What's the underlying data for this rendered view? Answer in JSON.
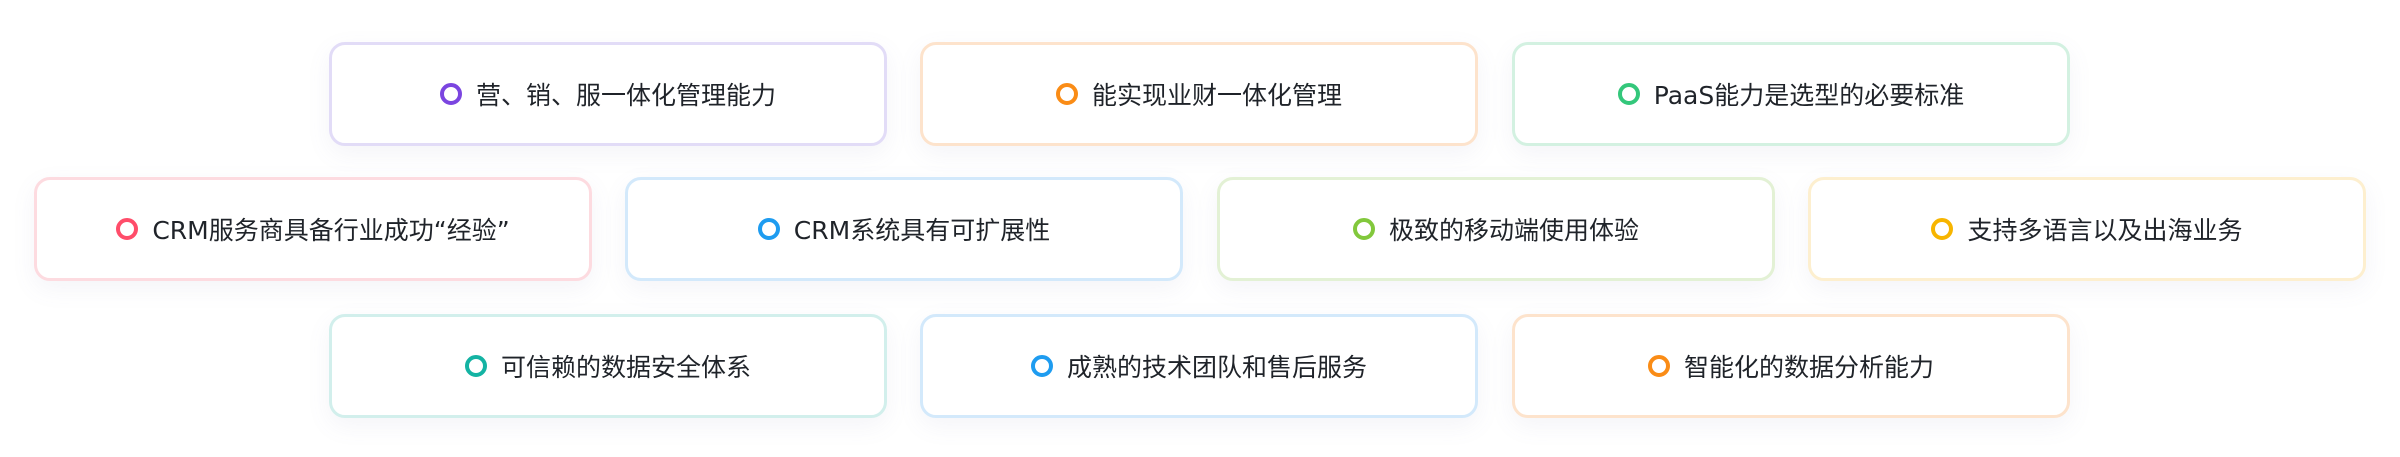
{
  "features": [
    {
      "label": "营、销、服一体化管理能力",
      "color": "#7b45e0",
      "border": "#e2dcf7"
    },
    {
      "label": "能实现业财一体化管理",
      "color": "#fa8c16",
      "border": "#fde3cc"
    },
    {
      "label": "PaaS能力是选型的必要标准",
      "color": "#34c77b",
      "border": "#d3f1e1"
    },
    {
      "label": "CRM服务商具备行业成功“经验”",
      "color": "#ff4d6a",
      "border": "#fddbe0"
    },
    {
      "label": "CRM系统具有可扩展性",
      "color": "#1e9cf0",
      "border": "#d3e9fb"
    },
    {
      "label": "极致的移动端使用体验",
      "color": "#82c83c",
      "border": "#e3f1d5"
    },
    {
      "label": "支持多语言以及出海业务",
      "color": "#f7b500",
      "border": "#fdefcf"
    },
    {
      "label": "可信赖的数据安全体系",
      "color": "#14b3a3",
      "border": "#d2efec"
    },
    {
      "label": "成熟的技术团队和售后服务",
      "color": "#1e9cf0",
      "border": "#d3e9fb"
    },
    {
      "label": "智能化的数据分析能力",
      "color": "#fa8c16",
      "border": "#fde3cc"
    }
  ]
}
